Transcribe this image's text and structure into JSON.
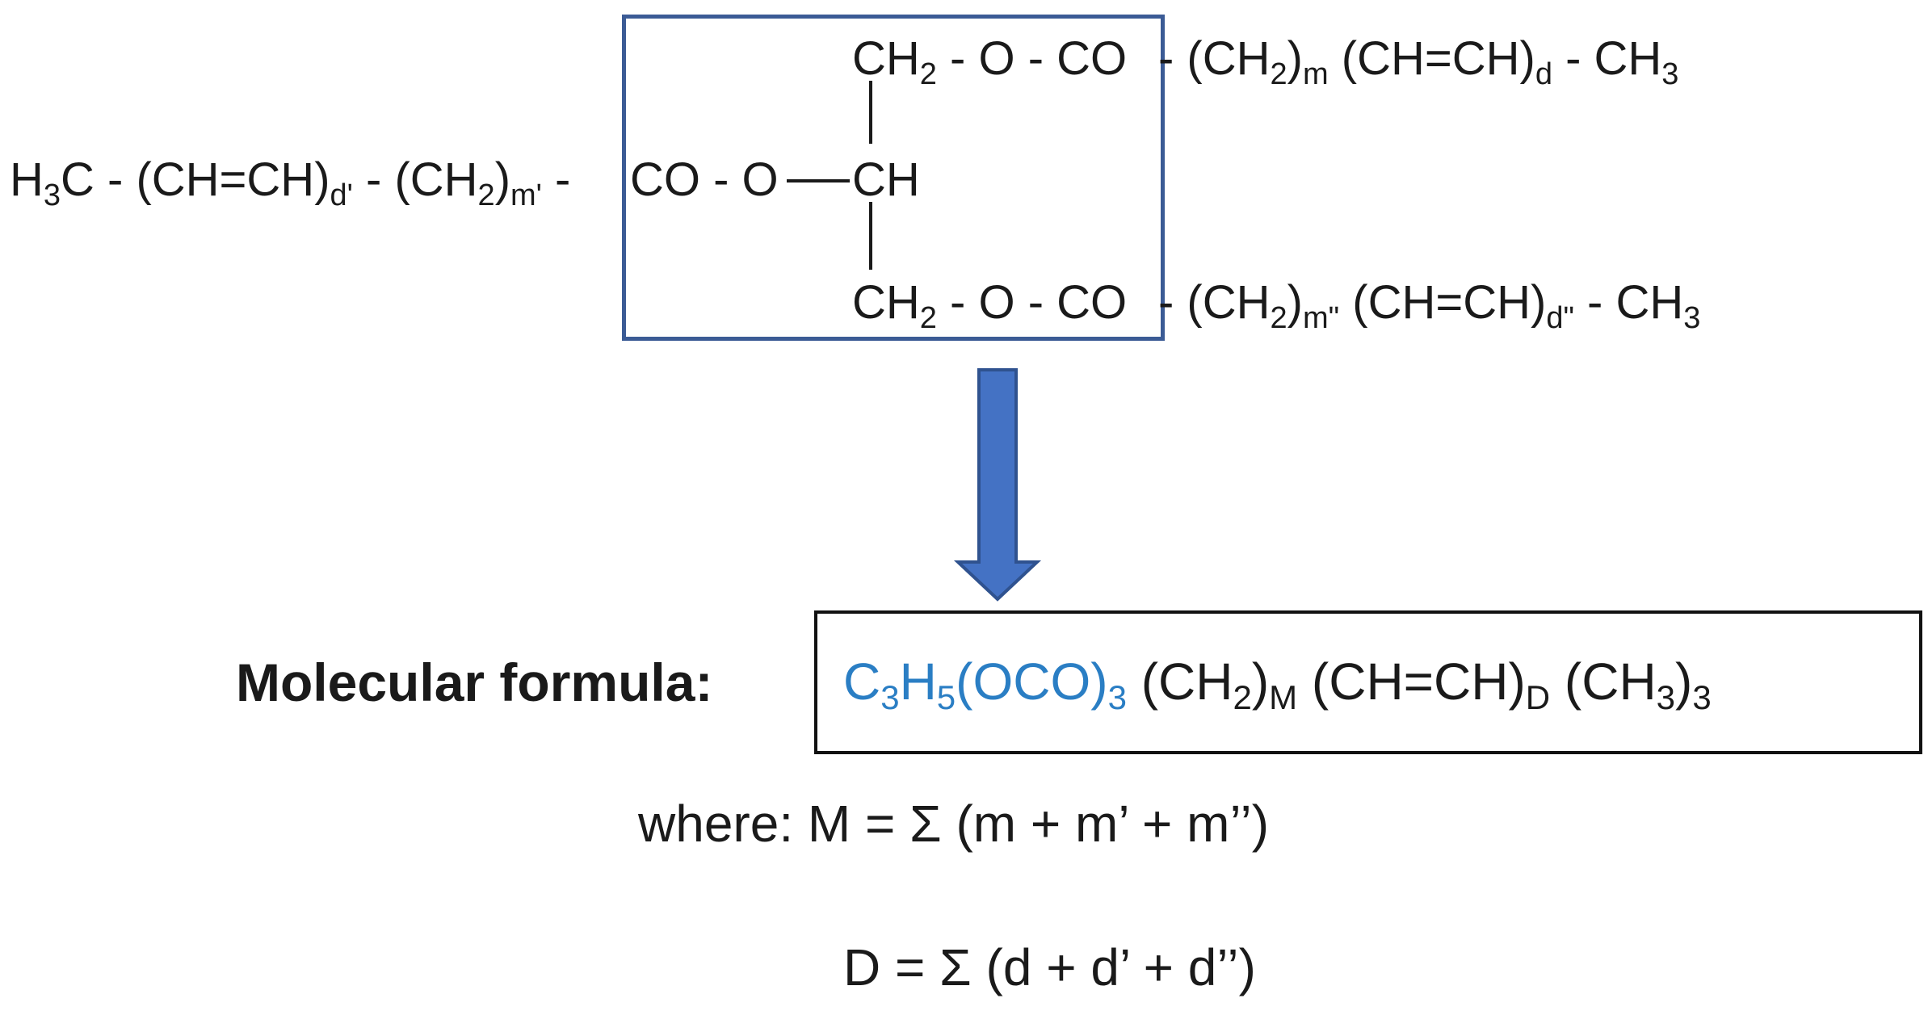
{
  "top_chain": {
    "ch2": "CH",
    "ch2_sub": "2",
    "link": " - O - CO",
    "tail_open": "- (CH",
    "tail_sub_2": "2",
    "tail_close": ")",
    "tail_m": "m",
    "tail_ch": " (CH=CH)",
    "tail_d": "d",
    "tail_end": " - CH",
    "tail_end_sub": "3"
  },
  "middle_chain": {
    "h3c_h": "H",
    "h3c_sub": "3",
    "h3c_rest": "C - (CH=CH)",
    "d_prime": "d'",
    "ch2_open": " - (CH",
    "ch2_sub": "2",
    "ch2_close": ")",
    "m_prime": "m'",
    "dash": " -",
    "link": "CO - O",
    "ch": "CH"
  },
  "bottom_chain": {
    "ch2": "CH",
    "ch2_sub": "2",
    "link": " - O - CO",
    "tail_open": "- (CH",
    "tail_sub_2": "2",
    "tail_close": ")",
    "tail_m": "m\"",
    "tail_ch": " (CH=CH)",
    "tail_d": "d\"",
    "tail_end": " - CH",
    "tail_end_sub": "3"
  },
  "formula": {
    "label": "Molecular formula:",
    "blue_c": "C",
    "blue_c_sub": "3",
    "blue_h": "H",
    "blue_h_sub": "5",
    "blue_oco": "(OCO)",
    "blue_oco_sub": "3",
    "ch2_open": " (CH",
    "ch2_sub": "2",
    "ch2_close": ")",
    "M": "M",
    "chch": " (CH=CH)",
    "D": "D",
    "ch3_open": " (CH",
    "ch3_sub": "3",
    "ch3_close": ")",
    "ch3_outer": "3"
  },
  "where": {
    "line1": "where: M = Σ (m + m’ + m’’)",
    "line2": "D = Σ (d + d’ + d’’)"
  },
  "colors": {
    "glycerol_box": "#3b5b95",
    "arrow": "#4472c4",
    "arrow_edge": "#2f528f",
    "blue_text": "#2a7ec4"
  }
}
